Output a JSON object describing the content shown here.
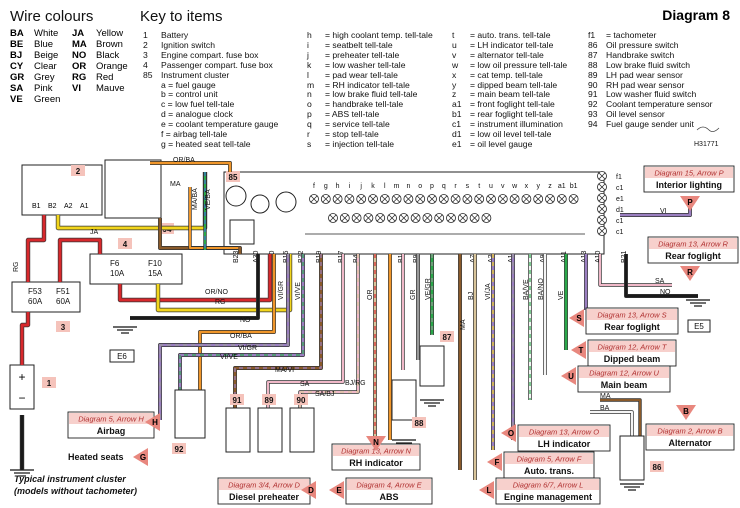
{
  "header": {
    "wire_colours_title": "Wire colours",
    "key_title": "Key to items",
    "diagram_title": "Diagram 8",
    "ref_code": "H31771"
  },
  "wire_colours": [
    {
      "code": "BA",
      "name": "White",
      "code2": "JA",
      "name2": "Yellow"
    },
    {
      "code": "BE",
      "name": "Blue",
      "code2": "MA",
      "name2": "Brown"
    },
    {
      "code": "BJ",
      "name": "Beige",
      "code2": "NO",
      "name2": "Black"
    },
    {
      "code": "CY",
      "name": "Clear",
      "code2": "OR",
      "name2": "Orange"
    },
    {
      "code": "GR",
      "name": "Grey",
      "code2": "RG",
      "name2": "Red"
    },
    {
      "code": "SA",
      "name": "Pink",
      "code2": "VI",
      "name2": "Mauve"
    },
    {
      "code": "VE",
      "name": "Green",
      "code2": "",
      "name2": ""
    }
  ],
  "key_col1": [
    [
      "1",
      "Battery"
    ],
    [
      "2",
      "Ignition switch"
    ],
    [
      "3",
      "Engine compart. fuse box"
    ],
    [
      "4",
      "Passenger compart. fuse box"
    ],
    [
      "85",
      "Instrument cluster"
    ],
    [
      "",
      "a  =  fuel gauge"
    ],
    [
      "",
      "b  =  control unit"
    ],
    [
      "",
      "c  =  low fuel tell-tale"
    ],
    [
      "",
      "d  =  analogue clock"
    ],
    [
      "",
      "e  =  coolant temperature gauge"
    ],
    [
      "",
      "f   =  airbag tell-tale"
    ],
    [
      "",
      "g  =  heated seat tell-tale"
    ]
  ],
  "key_col2": [
    [
      "h",
      "=  high coolant temp. tell-tale"
    ],
    [
      "i",
      "=  seatbelt tell-tale"
    ],
    [
      "j",
      "=  preheater tell-tale"
    ],
    [
      "k",
      "=  low washer tell-tale"
    ],
    [
      "l",
      "=  pad wear tell-tale"
    ],
    [
      "m",
      "=  RH indicator tell-tale"
    ],
    [
      "n",
      "=  low brake fluid tell-tale"
    ],
    [
      "o",
      "=  handbrake tell-tale"
    ],
    [
      "p",
      "=  ABS tell-tale"
    ],
    [
      "q",
      "=  service tell-tale"
    ],
    [
      "r",
      "=  stop tell-tale"
    ],
    [
      "s",
      "=  injection tell-tale"
    ]
  ],
  "key_col3": [
    [
      "t",
      "=  auto. trans. tell-tale"
    ],
    [
      "u",
      "=  LH indicator tell-tale"
    ],
    [
      "v",
      "=  alternator tell-tale"
    ],
    [
      "w",
      "=  low oil pressure tell-tale"
    ],
    [
      "x",
      "=  cat temp. tell-tale"
    ],
    [
      "y",
      "=  dipped beam tell-tale"
    ],
    [
      "z",
      "=  main beam tell-tale"
    ],
    [
      "a1",
      "=  front foglight tell-tale"
    ],
    [
      "b1",
      "=  rear foglight tell-tale"
    ],
    [
      "c1",
      "=  instrument illumination"
    ],
    [
      "d1",
      "=  low oil level tell-tale"
    ],
    [
      "e1",
      "=  oil level gauge"
    ]
  ],
  "key_col4": [
    [
      "f1",
      "=  tachometer"
    ],
    [
      "86",
      "Oil pressure switch"
    ],
    [
      "87",
      "Handbrake switch"
    ],
    [
      "88",
      "Low brake fluid switch"
    ],
    [
      "89",
      "LH pad wear sensor"
    ],
    [
      "90",
      "RH pad wear sensor"
    ],
    [
      "91",
      "Low washer fluid switch"
    ],
    [
      "92",
      "Coolant temperature sensor"
    ],
    [
      "93",
      "Oil level sensor"
    ],
    [
      "94",
      "Fuel gauge sender unit"
    ]
  ],
  "colors": {
    "red": "#d8282c",
    "yellow": "#f2d51c",
    "orange": "#f0962a",
    "black": "#1a1a1a",
    "grey": "#9a9a9a",
    "brown": "#8a5a2a",
    "pink": "#f0b8c8",
    "mauve": "#9a7ec0",
    "green": "#2aa84a",
    "blue": "#3a6ed0",
    "white": "#f4f4f4",
    "beige": "#d8c49a",
    "label_fill": "#f5c3bb",
    "pink_bg": "#f7d0cc",
    "arrow": "#e8877e"
  },
  "callouts": {
    "n1": "1",
    "n2": "2",
    "n3": "3",
    "n4": "4",
    "n85": "85",
    "n86": "86",
    "n87": "87",
    "n88": "88",
    "n89": "89",
    "n90": "90",
    "n91": "91",
    "n92": "92",
    "n94": "94",
    "e5": "E5",
    "e6": "E6"
  },
  "fuses": {
    "f53": "F53",
    "f53v": "60A",
    "f51": "F51",
    "f51v": "60A",
    "f6": "F6",
    "f6v": "10A",
    "f10": "F10",
    "f10v": "15A"
  },
  "connectors": {
    "b23": "B23",
    "a30": "A30",
    "b10": "B10",
    "b15": "B15",
    "b22": "B22",
    "b19": "B19",
    "b17": "B17",
    "b4": "B4",
    "b1": "B1",
    "b9": "B9",
    "a7": "A7",
    "a2": "A2",
    "a1": "A1",
    "a9": "A9",
    "a11": "A11",
    "a13": "A13",
    "a10": "A10",
    "b21": "B21"
  },
  "cluster_letters": [
    "f",
    "g",
    "h",
    "i",
    "j",
    "k",
    "l",
    "m",
    "n",
    "o",
    "p",
    "q",
    "r",
    "s",
    "t",
    "u",
    "v",
    "w",
    "x",
    "y",
    "z",
    "a1",
    "b1"
  ],
  "cluster_side": [
    "f1",
    "c1",
    "e1",
    "d1",
    "c1",
    "c1"
  ],
  "wire_labels": {
    "orba": "OR/BA",
    "ma": "MA",
    "ja": "JA",
    "rg": "RG",
    "no": "NO",
    "orno": "OR/NO",
    "orba2": "OR/BA",
    "vigr": "VI/GR",
    "vive": "VI/VE",
    "mavi": "MA/VI",
    "sa": "SA",
    "sabj": "SA/BJ",
    "bjrg": "BJ/RG",
    "vigr2": "VI/GR",
    "vive2": "VI/VE",
    "or": "OR",
    "gr": "GR",
    "vegr": "VE/GR",
    "bj": "BJ",
    "vija": "VI/JA",
    "bave": "BA/VE",
    "bano": "BA/NO",
    "ve": "VE",
    "vi": "VI",
    "mave": "MA/VE",
    "veba": "VE/BA",
    "maba": "MA/BA",
    "vigr3": "VI/GR",
    "vive3": "VI/VE",
    "rg2": "RG",
    "no2": "NO",
    "ja2": "JA",
    "sa2": "SA",
    "no3": "NO",
    "ma2": "MA",
    "ba": "BA",
    "sagr": "SA/GR",
    "bjrg2": "BJ/RG",
    "virg": "VI/RG",
    "ma3": "MA",
    "ma4": "MA",
    "sa3": "SA",
    "no4": "NO",
    "rg3": "RG",
    "no5": "NO"
  },
  "destinations": [
    {
      "ref": "Diagram 15, Arrow P",
      "name": "Interior lighting",
      "letter": "P"
    },
    {
      "ref": "Diagram 13, Arrow R",
      "name": "Rear foglight",
      "letter": "R"
    },
    {
      "ref": "Diagram 13, Arrow S",
      "name": "Rear foglight",
      "letter": "S"
    },
    {
      "ref": "Diagram 12, Arrow T",
      "name": "Dipped beam",
      "letter": "T"
    },
    {
      "ref": "Diagram 12, Arrow U",
      "name": "Main beam",
      "letter": "U"
    },
    {
      "ref": "Diagram 2, Arrow B",
      "name": "Alternator",
      "letter": "B"
    },
    {
      "ref": "Diagram 13, Arrow O",
      "name": "LH indicator",
      "letter": "O"
    },
    {
      "ref": "Diagram 5, Arrow F",
      "name": "Auto. trans.",
      "letter": "F"
    },
    {
      "ref": "Diagram 6/7, Arrow L",
      "name": "Engine management",
      "letter": "L"
    },
    {
      "ref": "Diagram 4, Arrow E",
      "name": "ABS",
      "letter": "E"
    },
    {
      "ref": "Diagram 13, Arrow N",
      "name": "RH indicator",
      "letter": "N"
    },
    {
      "ref": "Diagram 3/4, Arrow D",
      "name": "Diesel preheater",
      "letter": "D"
    },
    {
      "ref": "Diagram 5, Arrow H",
      "name": "Airbag",
      "letter": "H"
    },
    {
      "ref": "",
      "name": "Heated seats",
      "letter": "G"
    }
  ],
  "footer_caption": {
    "line1": "Typical instrument cluster",
    "line2": "(models without tachometer)"
  }
}
